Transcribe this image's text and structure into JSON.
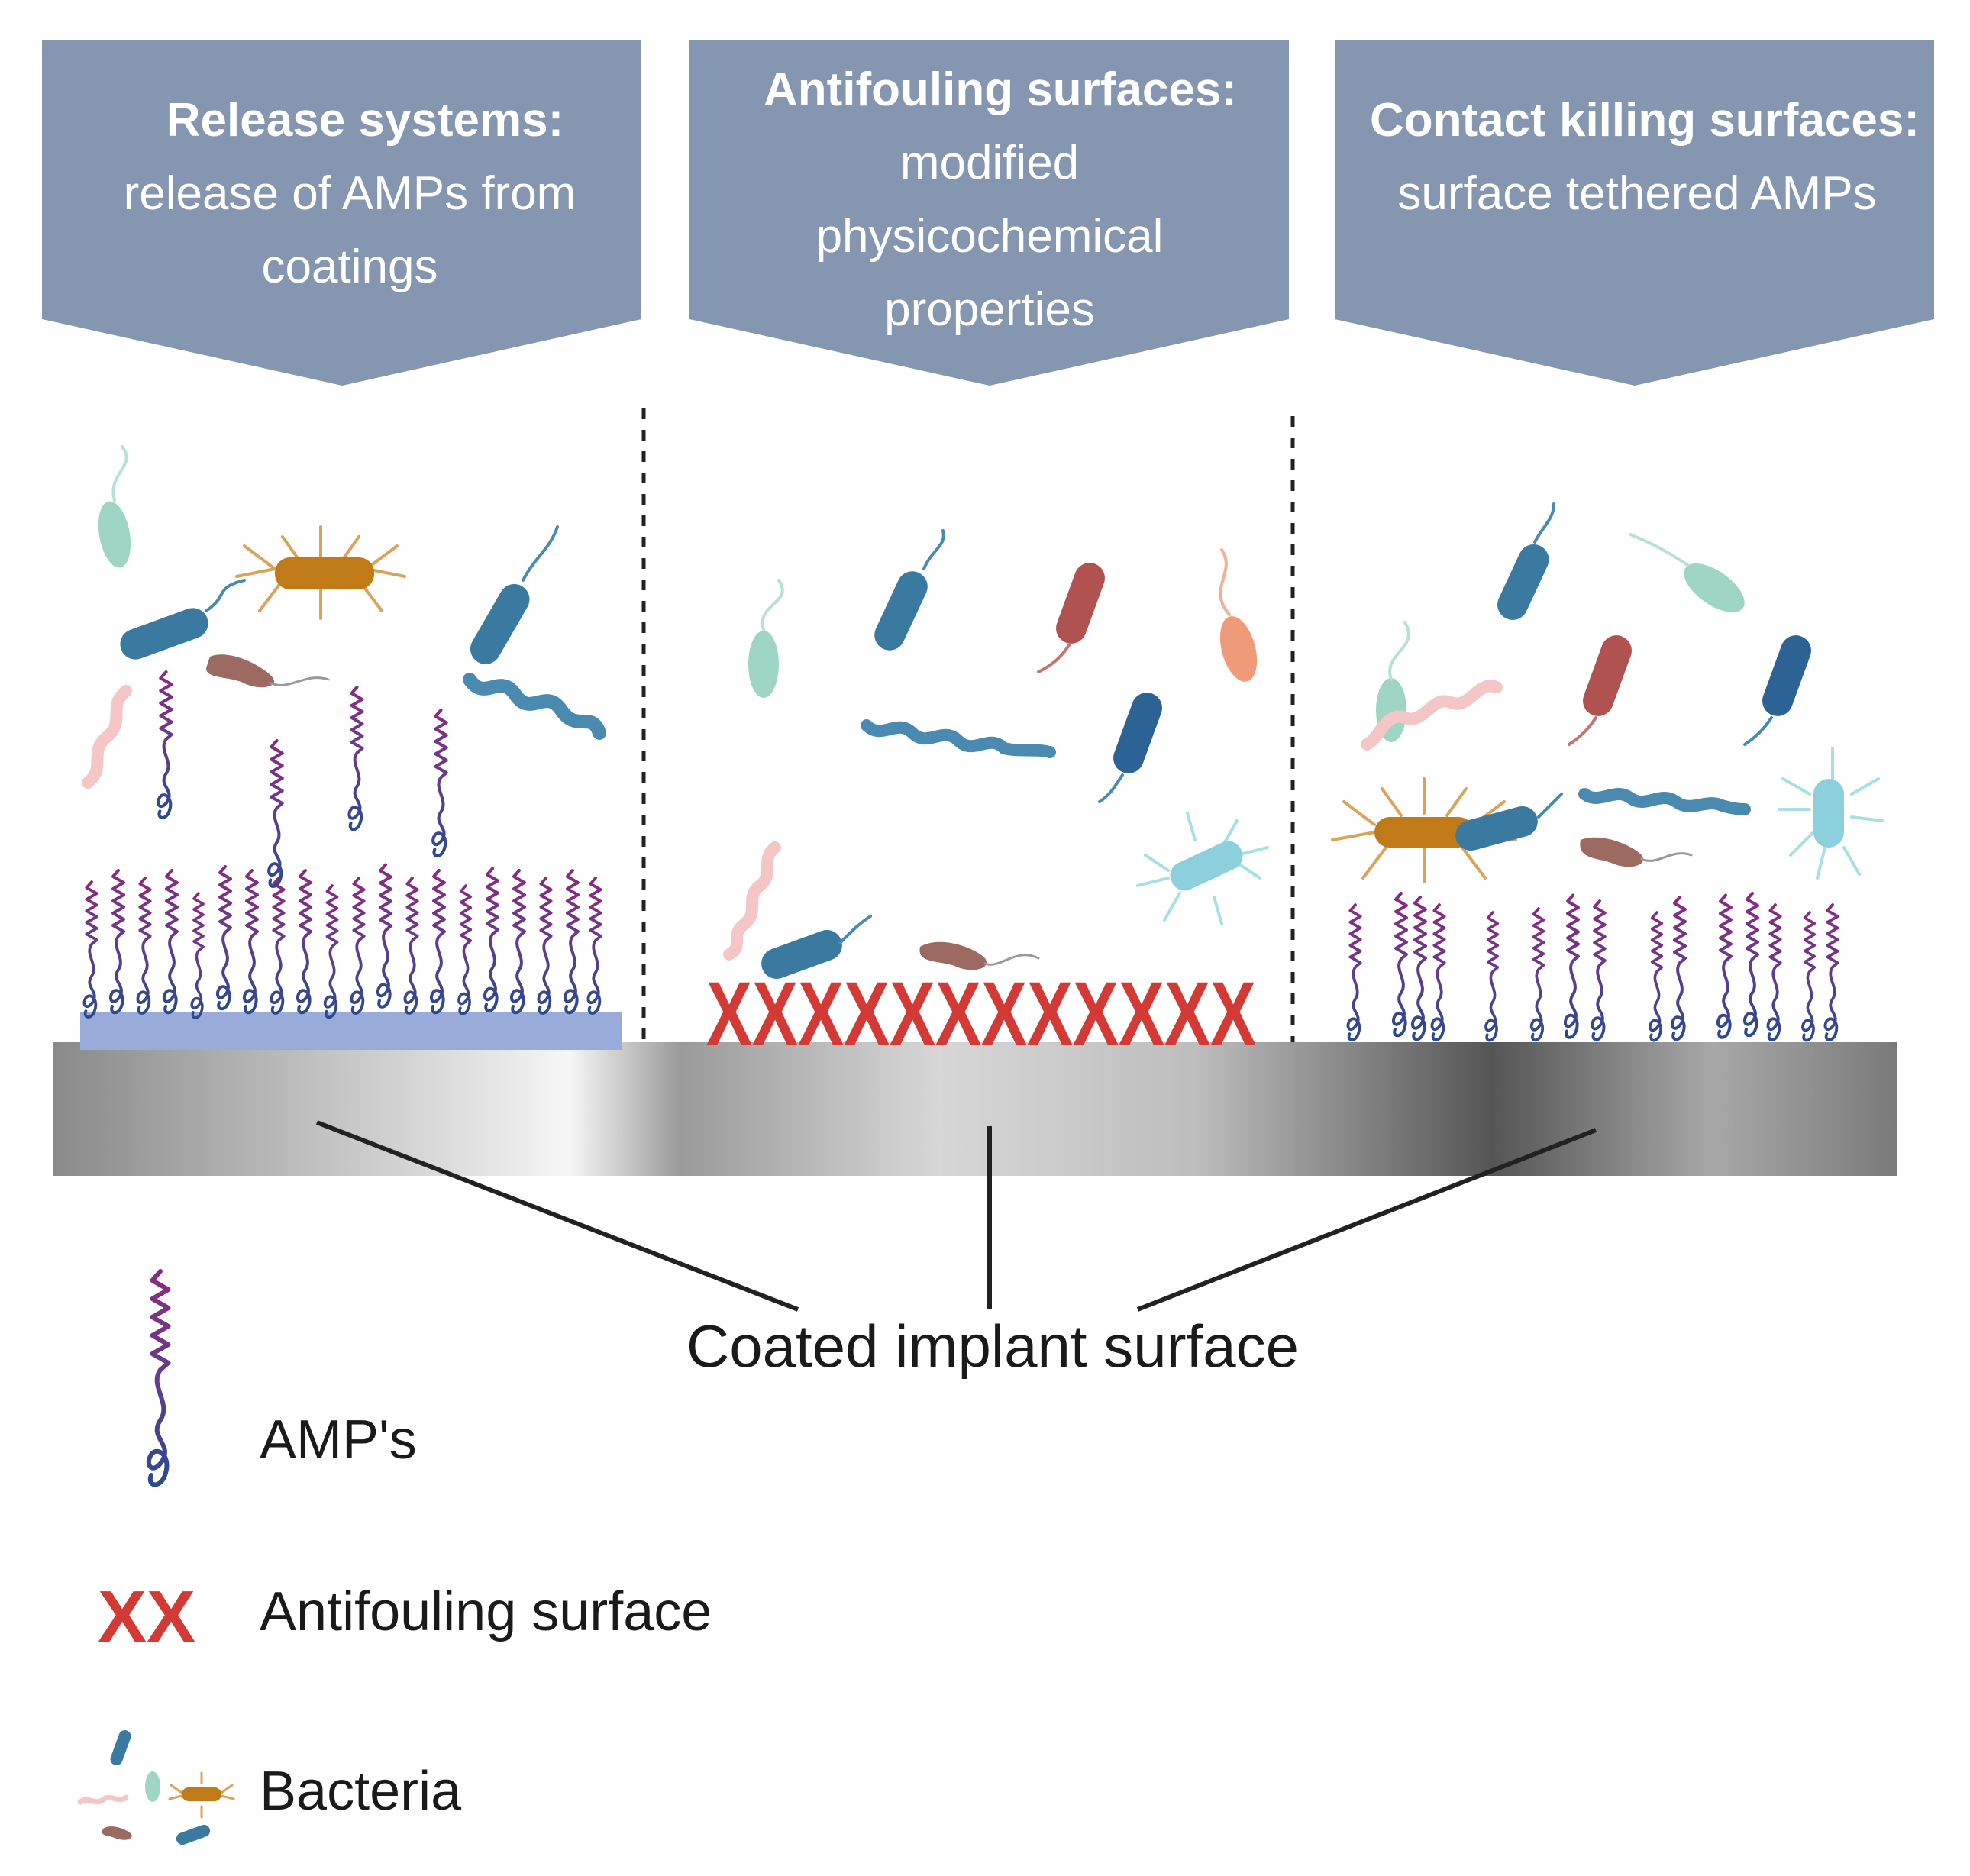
{
  "panels": [
    {
      "title": "Release systems:",
      "lines": [
        "release of AMPs from",
        "coatings"
      ]
    },
    {
      "title": "Antifouling surfaces:",
      "lines": [
        "modified",
        "physicochemical",
        "properties"
      ]
    },
    {
      "title": "Contact killing surfaces:",
      "lines": [
        "surface tethered AMPs"
      ]
    }
  ],
  "surface_label": "Coated implant surface",
  "antifouling_marks": "XXXXXXXXXXXX",
  "legend": {
    "amp_label": "AMP's",
    "antifouling_symbol": "XX",
    "antifouling_label": "Antifouling surface",
    "bacteria_label": "Bacteria"
  },
  "colors": {
    "banner": "#8496b0",
    "release_layer": "#99acd9",
    "antifouling_x": "#d33a36",
    "amp_top": "#8a2a80",
    "amp_bottom": "#2a4a8f"
  }
}
